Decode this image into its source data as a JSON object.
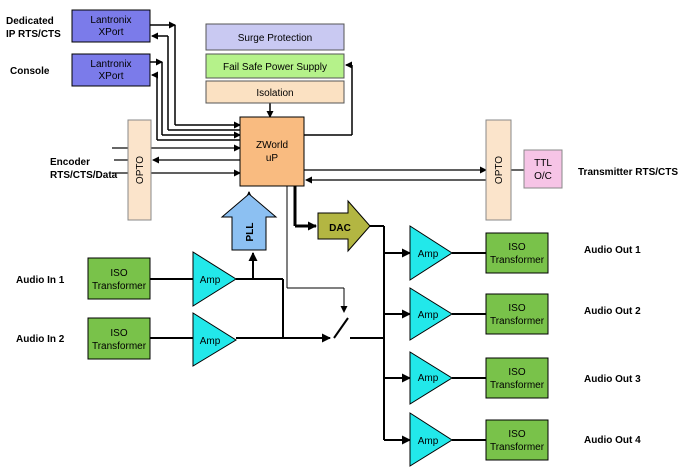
{
  "colors": {
    "lantronix": "#7b7bea",
    "surge": "#c9c9f2",
    "failsafe": "#b5f28a",
    "isolation": "#fbe1c2",
    "opto": "#fbe4cb",
    "zworld": "#f9bb80",
    "ttl": "#f6c4e6",
    "pll": "#8cc0f2",
    "dac": "#b3b642",
    "amp": "#22e8ea",
    "iso": "#79c24a"
  },
  "labels": {
    "dedicated": [
      "Dedicated",
      "IP RTS/CTS"
    ],
    "console": "Console",
    "encoder": [
      "Encoder",
      "RTS/CTS/Data"
    ],
    "audio_in_1": "Audio In 1",
    "audio_in_2": "Audio In 2",
    "transmitter": "Transmitter RTS/CTS",
    "audio_out_1": "Audio Out 1",
    "audio_out_2": "Audio Out 2",
    "audio_out_3": "Audio Out 3",
    "audio_out_4": "Audio Out 4"
  },
  "blocks": {
    "lantronix_1": [
      "Lantronix",
      "XPort"
    ],
    "lantronix_2": [
      "Lantronix",
      "XPort"
    ],
    "surge": "Surge Protection",
    "failsafe": "Fail Safe Power Supply",
    "isolation": "Isolation",
    "opto_left": "OPTO",
    "opto_right": "OPTO",
    "zworld": [
      "ZWorld",
      "uP"
    ],
    "ttl": [
      "TTL",
      "O/C"
    ],
    "pll": "PLL",
    "dac": "DAC",
    "amp_in_1": "Amp",
    "amp_in_2": "Amp",
    "amp_out_1": "Amp",
    "amp_out_2": "Amp",
    "amp_out_3": "Amp",
    "amp_out_4": "Amp",
    "iso_in_1": [
      "ISO",
      "Transformer"
    ],
    "iso_in_2": [
      "ISO",
      "Transformer"
    ],
    "iso_out_1": [
      "ISO",
      "Transformer"
    ],
    "iso_out_2": [
      "ISO",
      "Transformer"
    ],
    "iso_out_3": [
      "ISO",
      "Transformer"
    ],
    "iso_out_4": [
      "ISO",
      "Transformer"
    ]
  }
}
